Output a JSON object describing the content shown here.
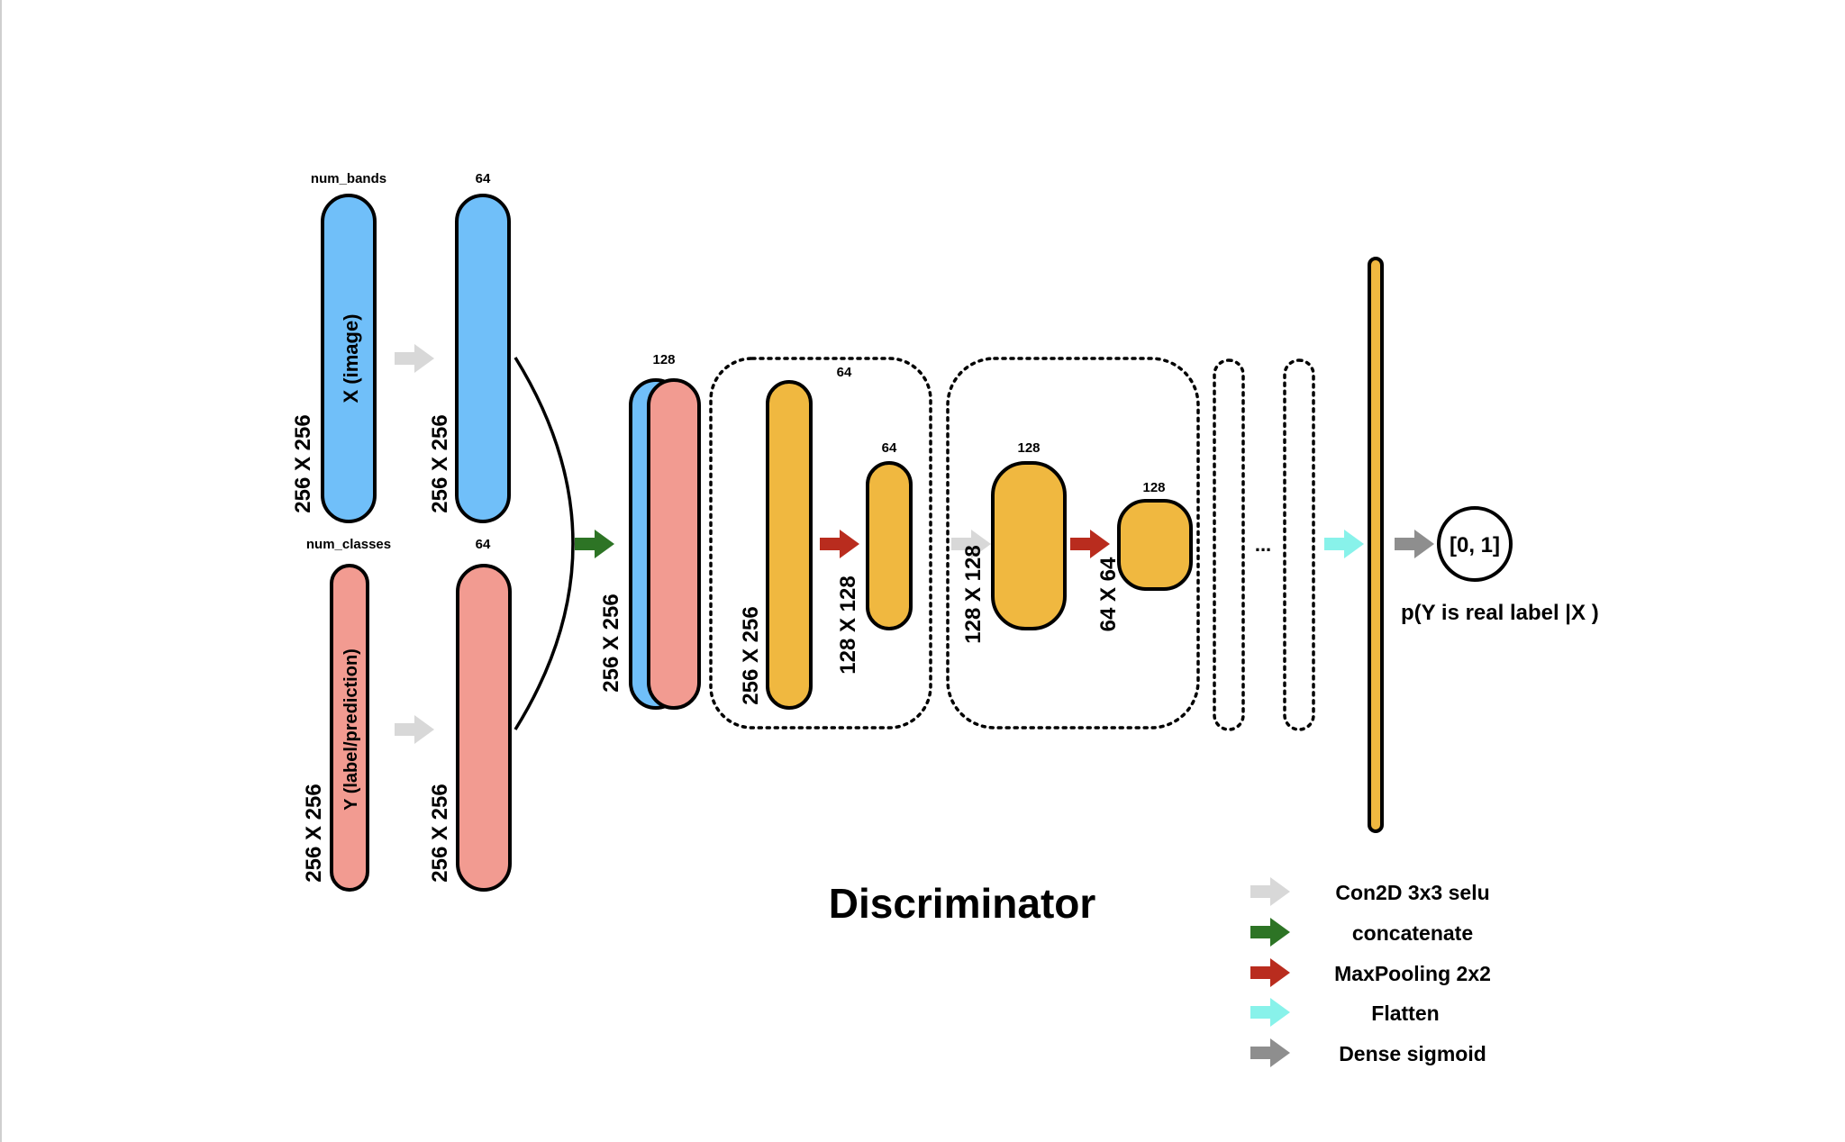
{
  "colors": {
    "blue": "#70bff9",
    "pink": "#f29b91",
    "orange": "#f0b840",
    "arrow_conv": "#d8d8d8",
    "arrow_concat": "#2d7425",
    "arrow_pool": "#b92c1e",
    "arrow_flatten": "#88f2ea",
    "arrow_dense": "#8e8e8e"
  },
  "inputs": {
    "x": {
      "channels": "num_bands",
      "name": "X (image)",
      "size": "256 X 256"
    },
    "y": {
      "channels": "num_classes",
      "name": "Y (label/prediction)",
      "size": "256 X 256"
    }
  },
  "conv_x": {
    "channels": "64",
    "size": "256 X 256"
  },
  "conv_y": {
    "channels": "64",
    "size": "256 X 256"
  },
  "concat": {
    "channels": "128",
    "size": "256 X 256"
  },
  "block1": {
    "conv": {
      "channels": "64",
      "size": "256 X 256"
    },
    "pool": {
      "channels": "64",
      "size": "128 X 128"
    }
  },
  "block2": {
    "conv": {
      "channels": "128",
      "size": "128 X 128"
    },
    "pool": {
      "channels": "128",
      "size": "64 X 64"
    }
  },
  "ellipsis": "...",
  "output": {
    "value": "[0, 1]",
    "caption": "p(Y is real label |X )"
  },
  "title": "Discriminator",
  "legend": [
    {
      "label": "Con2D 3x3 selu",
      "color_key": "arrow_conv"
    },
    {
      "label": "concatenate",
      "color_key": "arrow_concat"
    },
    {
      "label": "MaxPooling 2x2",
      "color_key": "arrow_pool"
    },
    {
      "label": "Flatten",
      "color_key": "arrow_flatten"
    },
    {
      "label": "Dense sigmoid",
      "color_key": "arrow_dense"
    }
  ]
}
